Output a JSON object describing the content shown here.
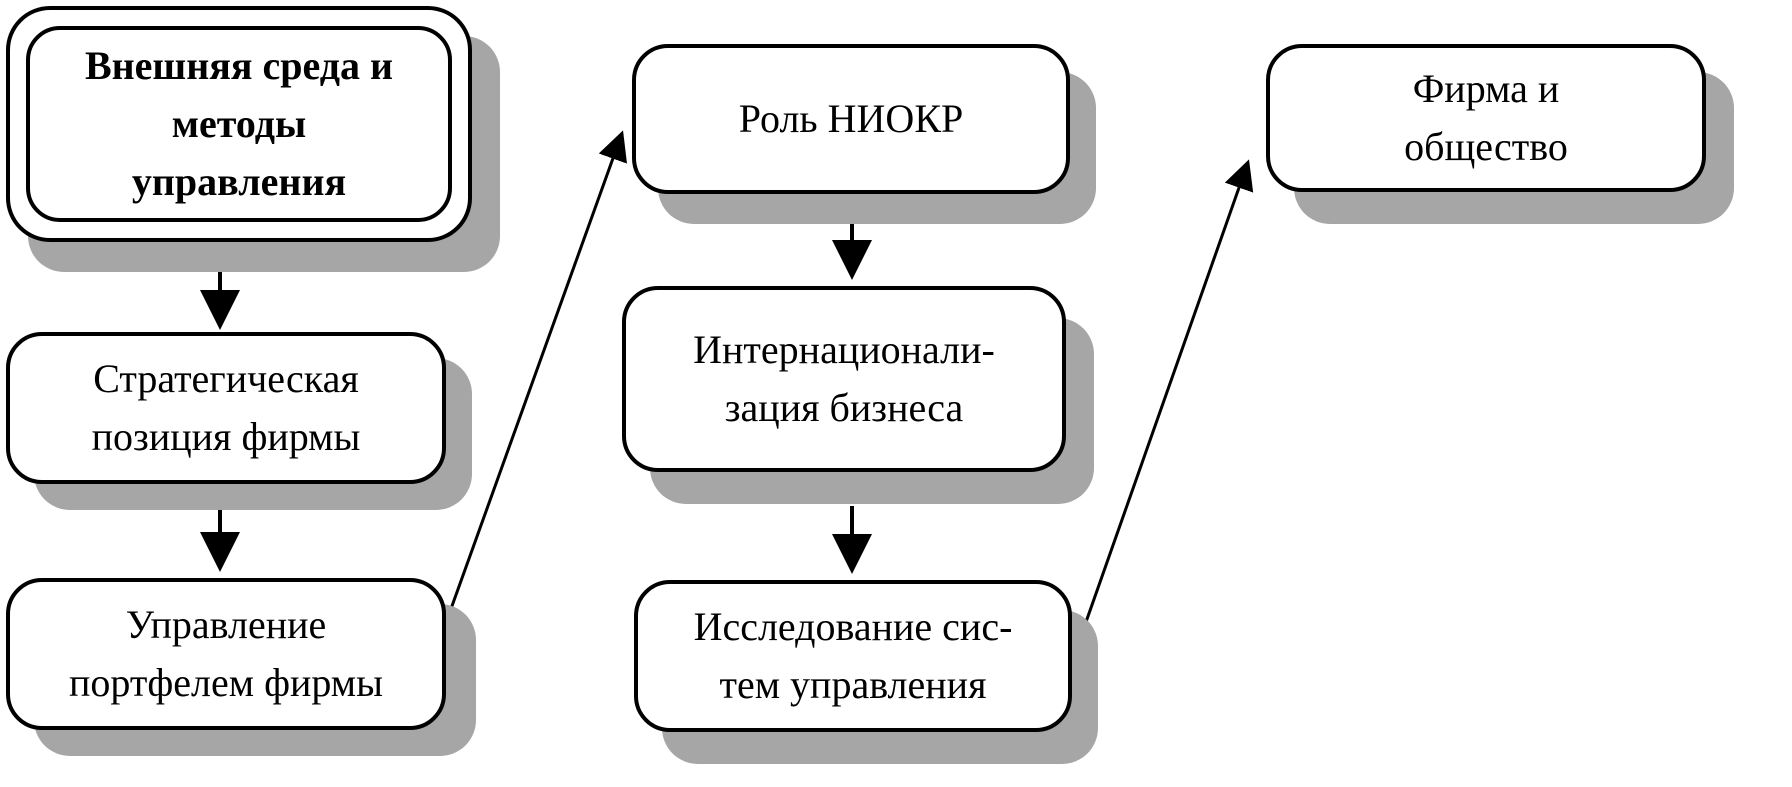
{
  "diagram": {
    "nodes": [
      {
        "id": "external-environment",
        "label": "Внешняя среда и\nметоды\nуправления",
        "bold": true,
        "double_border": true
      },
      {
        "id": "strategic-position",
        "label": "Стратегическая\nпозиция фирмы"
      },
      {
        "id": "portfolio-management",
        "label": "Управление\nпортфелем фирмы"
      },
      {
        "id": "rnd-role",
        "label": "Роль НИОКР"
      },
      {
        "id": "internationalization",
        "label": "Интернационали-\nзация бизнеса"
      },
      {
        "id": "systems-research",
        "label": "Исследование сис-\nтем управления"
      },
      {
        "id": "firm-society",
        "label": "Фирма и\nобщество"
      }
    ],
    "edges": [
      {
        "from": "external-environment",
        "to": "strategic-position"
      },
      {
        "from": "strategic-position",
        "to": "portfolio-management"
      },
      {
        "from": "portfolio-management",
        "to": "rnd-role"
      },
      {
        "from": "rnd-role",
        "to": "internationalization"
      },
      {
        "from": "internationalization",
        "to": "systems-research"
      },
      {
        "from": "systems-research",
        "to": "firm-society"
      }
    ],
    "colors": {
      "stroke": "#000000",
      "shadow": "#a6a6a6",
      "fill": "#ffffff"
    }
  }
}
